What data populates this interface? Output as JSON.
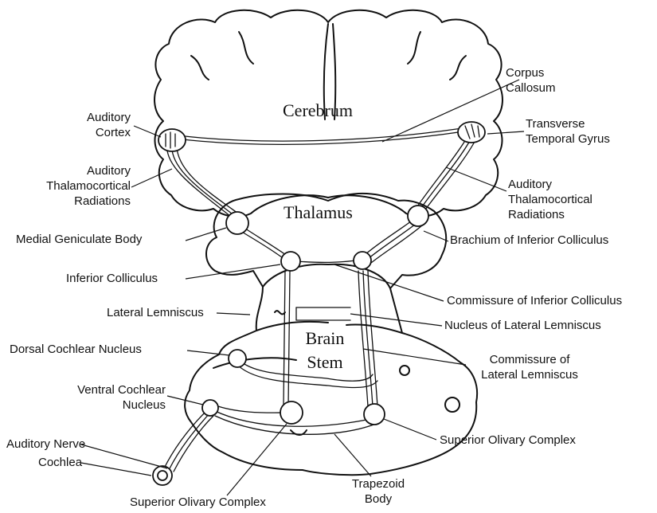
{
  "regions": {
    "cerebrum": "Cerebrum",
    "thalamus": "Thalamus",
    "brain_stem_line1": "Brain",
    "brain_stem_line2": "Stem"
  },
  "labels": {
    "corpus_callosum": [
      "Corpus",
      "Callosum"
    ],
    "auditory_cortex": [
      "Auditory",
      "Cortex"
    ],
    "transverse_temporal_gyrus": [
      "Transverse",
      "Temporal Gyrus"
    ],
    "auditory_thalamocortical_left": [
      "Auditory",
      "Thalamocortical",
      "Radiations"
    ],
    "auditory_thalamocortical_right": [
      "Auditory",
      "Thalamocortical",
      "Radiations"
    ],
    "medial_geniculate_body": "Medial Geniculate Body",
    "brachium_inferior_colliculus": "Brachium of Inferior Colliculus",
    "inferior_colliculus": "Inferior Colliculus",
    "commissure_inferior_colliculus": "Commissure of Inferior Colliculus",
    "lateral_lemniscus": "Lateral Lemniscus",
    "nucleus_lateral_lemniscus": "Nucleus of Lateral Lemniscus",
    "dorsal_cochlear_nucleus": "Dorsal Cochlear Nucleus",
    "commissure_lateral_lemniscus": [
      "Commissure of",
      "Lateral Lemniscus"
    ],
    "ventral_cochlear_nucleus": [
      "Ventral Cochlear",
      "Nucleus"
    ],
    "superior_olivary_complex_right": "Superior Olivary Complex",
    "auditory_nerve": "Auditory Nerve",
    "cochlea": "Cochlea",
    "trapezoid_body": [
      "Trapezoid",
      "Body"
    ],
    "superior_olivary_complex_bottom": "Superior Olivary Complex"
  }
}
